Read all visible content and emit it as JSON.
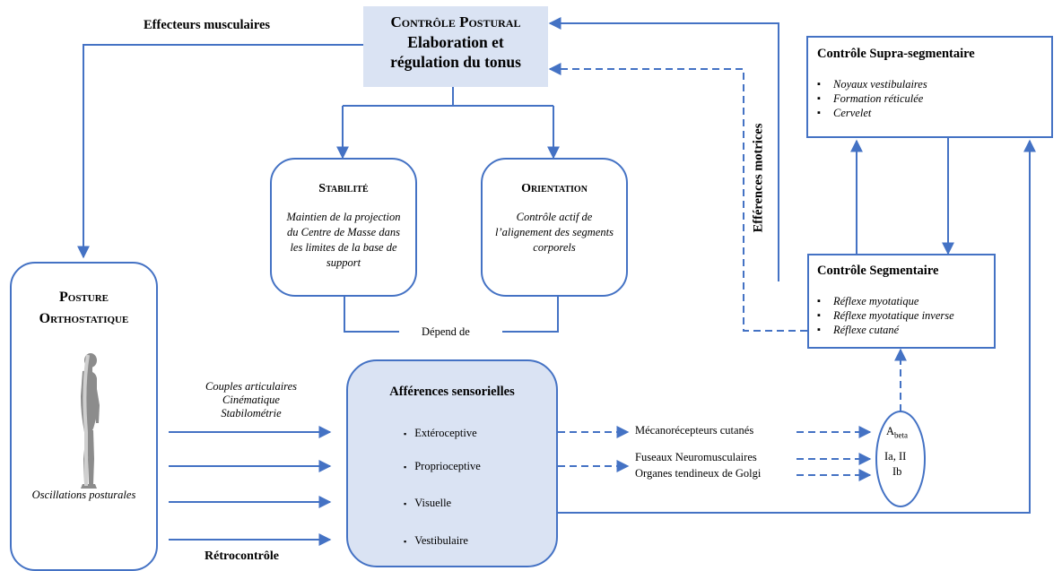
{
  "top": {
    "effecteurs_label": "Effecteurs musculaires",
    "controle_postural": {
      "title": "Contrôle Postural",
      "line1": "Elaboration et",
      "line2": "régulation du tonus"
    }
  },
  "efferences_label": "Efférences motrices",
  "supra": {
    "title": "Contrôle Supra-segmentaire",
    "items": [
      "Noyaux vestibulaires",
      "Formation réticulée",
      "Cervelet"
    ]
  },
  "stabilite": {
    "title": "Stabilité",
    "text": "Maintien de la projection du Centre de Masse dans les limites de la base de support"
  },
  "orientation": {
    "title": "Orientation",
    "text": "Contrôle actif de l’alignement des segments corporels"
  },
  "depend_label": "Dépend de",
  "segmentaire": {
    "title": "Contrôle Segmentaire",
    "items": [
      "Réflexe myotatique",
      "Réflexe myotatique inverse",
      "Réflexe cutané"
    ]
  },
  "posture": {
    "title_line1": "Posture",
    "title_line2": "Orthostatique",
    "oscillations": "Oscillations posturales"
  },
  "inputs_label": {
    "line1": "Couples articulaires",
    "line2": "Cinématique",
    "line3": "Stabilométrie"
  },
  "retrocontrole_label": "Rétrocontrôle",
  "afferences": {
    "title": "Afférences sensorielles",
    "items": [
      "Extéroceptive",
      "Proprioceptive",
      "Visuelle",
      "Vestibulaire"
    ]
  },
  "receptors": {
    "meca": "Mécanorécepteurs cutanés",
    "fuseaux": "Fuseaux Neuromusculaires",
    "golgi": "Organes tendineux de Golgi"
  },
  "fibers": {
    "a": "A",
    "beta": "beta",
    "ia": "Ia, II",
    "ib": "Ib"
  },
  "colors": {
    "line": "#4472c4",
    "header_fill": "#dae3f3",
    "aff_fill": "#dae3f3",
    "body": "#8c8c8c"
  }
}
